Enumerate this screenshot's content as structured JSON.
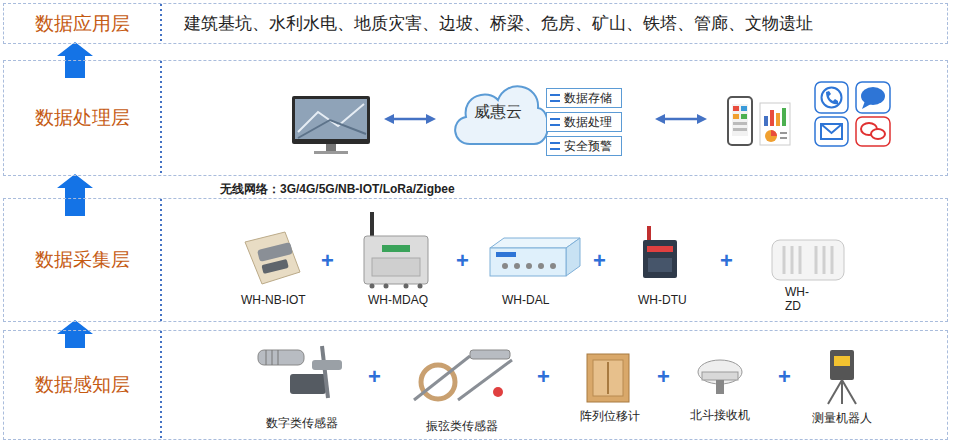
{
  "diagram": {
    "nodes": [
      {
        "text": [
          "数据应用层",
          "建筑基坑、水利水电、地质灾害、边坡、桥梁、危房、矿山、铁塔、管廊、文物遗址"
        ]
      },
      {
        "text": [
          "数据处理层"
        ]
      },
      {
        "text": [
          "威惠云"
        ],
        "in": 1
      },
      {
        "text": [
          "数据存储"
        ],
        "in": 2
      },
      {
        "text": [
          "数据处理"
        ],
        "in": 2
      },
      {
        "text": [
          "安全预警"
        ],
        "in": 2
      },
      {
        "text": [
          "数据采集层"
        ]
      },
      {
        "text": [
          "数据感知层"
        ]
      }
    ],
    "edges": [
      {
        "from": 7,
        "to": 6,
        "arrow": "to"
      },
      {
        "from": 6,
        "to": 1,
        "arrow": "to"
      },
      {
        "from": 1,
        "to": 0,
        "arrow": "to"
      }
    ],
    "labels": [
      "无线网络：3G/4G/5G/NB-IOT/LoRa/Zigbee",
      "WH-NB-IOT",
      "+",
      "WH-MDAQ",
      "+",
      "WH-DAL",
      "+",
      "WH-DTU",
      "+",
      "WH-ZD",
      "数字类传感器",
      "+",
      "振弦类传感器",
      "+",
      "阵列位移计",
      "+",
      "北斗接收机",
      "+",
      "测量机器人"
    ]
  }
}
